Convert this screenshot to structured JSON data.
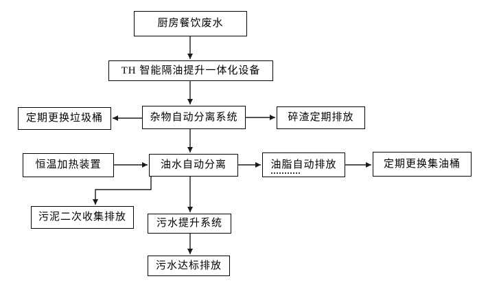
{
  "diagram": {
    "type": "flowchart",
    "background_color": "#ffffff",
    "line_color": "#1a1a1a",
    "nodes": {
      "kitchen_wastewater": {
        "label": "厨房餐饮废水"
      },
      "th_device": {
        "label": "TH 智能隔油提升一体化设备"
      },
      "debris_separation": {
        "label": "杂物自动分离系统"
      },
      "replace_trash_bin": {
        "label": "定期更换垃圾桶"
      },
      "residue_discharge": {
        "label": "碎渣定期排放"
      },
      "heating_device": {
        "label": "恒温加热装置"
      },
      "oil_water_separation": {
        "label": "油水自动分离"
      },
      "grease_discharge": {
        "label": "油脂自动排放"
      },
      "replace_oil_barrel": {
        "label": "定期更换集油桶"
      },
      "sludge_collection": {
        "label": "污泥二次收集排放"
      },
      "sewage_lifting": {
        "label": "污水提升系统"
      },
      "sewage_standard_discharge": {
        "label": "污水达标排放"
      }
    },
    "edges": [
      {
        "from": "kitchen_wastewater",
        "to": "th_device"
      },
      {
        "from": "th_device",
        "to": "debris_separation"
      },
      {
        "from": "debris_separation",
        "to": "replace_trash_bin"
      },
      {
        "from": "debris_separation",
        "to": "residue_discharge"
      },
      {
        "from": "debris_separation",
        "to": "oil_water_separation"
      },
      {
        "from": "heating_device",
        "to": "oil_water_separation"
      },
      {
        "from": "oil_water_separation",
        "to": "grease_discharge"
      },
      {
        "from": "grease_discharge",
        "to": "replace_oil_barrel"
      },
      {
        "from": "oil_water_separation",
        "to": "sludge_collection"
      },
      {
        "from": "oil_water_separation",
        "to": "sewage_lifting"
      },
      {
        "from": "sewage_lifting",
        "to": "sewage_standard_discharge"
      }
    ]
  }
}
